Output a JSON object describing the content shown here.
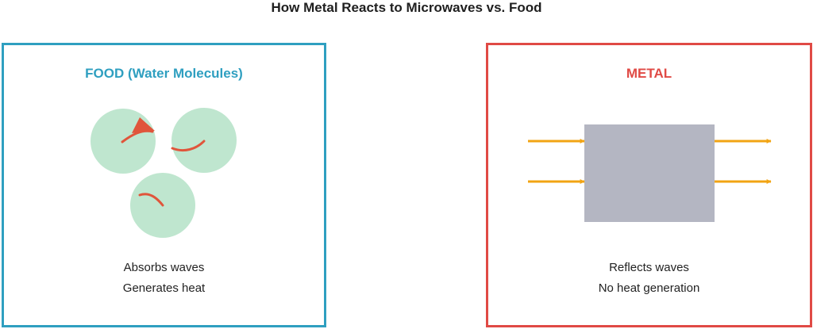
{
  "title": "How Metal Reacts to Microwaves vs. Food",
  "colors": {
    "food_accent": "#2f9fc0",
    "metal_accent": "#e04a45",
    "molecule_fill": "#bfe6cf",
    "molecule_wave": "#e0553b",
    "metal_block": "#b4b6c2",
    "microwave_arrow": "#f2a413"
  },
  "food_panel": {
    "heading": "FOOD (Water Molecules)",
    "caption_line1": "Absorbs waves",
    "caption_line2": "Generates heat",
    "molecule_count": 3
  },
  "metal_panel": {
    "heading": "METAL",
    "caption_line1": "Reflects waves",
    "caption_line2": "No heat generation",
    "incoming_arrow_count": 2,
    "reflected_arrow_count": 2
  }
}
